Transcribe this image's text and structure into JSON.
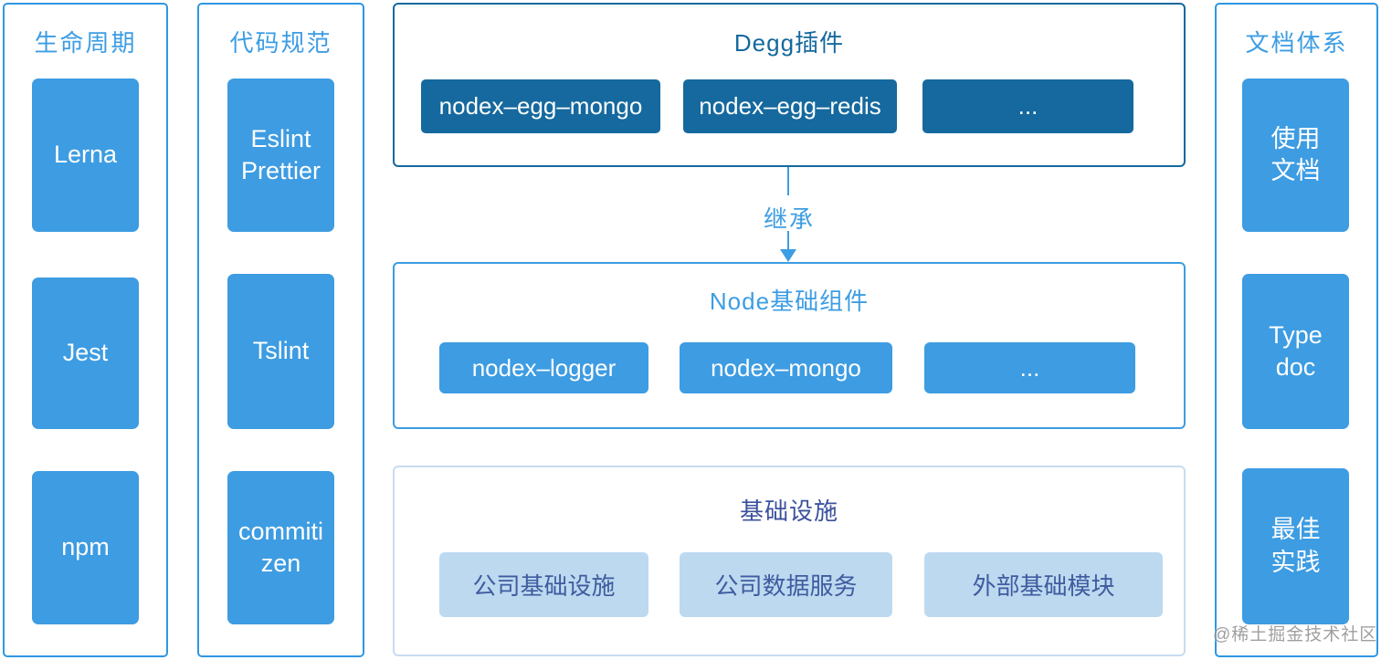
{
  "colors": {
    "accent_blue": "#3d9ce2",
    "dark_blue": "#15699e",
    "light_blue_fill": "#bdd9f0",
    "navy_text": "#3c529e",
    "light_border": "#c8dcf0"
  },
  "columns": {
    "lifecycle": {
      "title": "生命周期",
      "items": [
        "Lerna",
        "Jest",
        "npm"
      ]
    },
    "code_style": {
      "title": "代码规范",
      "items": [
        "Eslint\nPrettier",
        "Tslint",
        "commitizen"
      ]
    },
    "docs": {
      "title": "文档体系",
      "items": [
        "使用\n文档",
        "Type\ndoc",
        "最佳\n实践"
      ]
    }
  },
  "center": {
    "plugin_box": {
      "title": "Degg插件",
      "items": [
        "nodex–egg–mongo",
        "nodex–egg–redis",
        "..."
      ]
    },
    "arrow_label": "继承",
    "base_components_box": {
      "title": "Node基础组件",
      "items": [
        "nodex–logger",
        "nodex–mongo",
        "..."
      ]
    },
    "infrastructure_box": {
      "title": "基础设施",
      "items": [
        "公司基础设施",
        "公司数据服务",
        "外部基础模块"
      ]
    }
  },
  "watermark": "@稀土掘金技术社区"
}
